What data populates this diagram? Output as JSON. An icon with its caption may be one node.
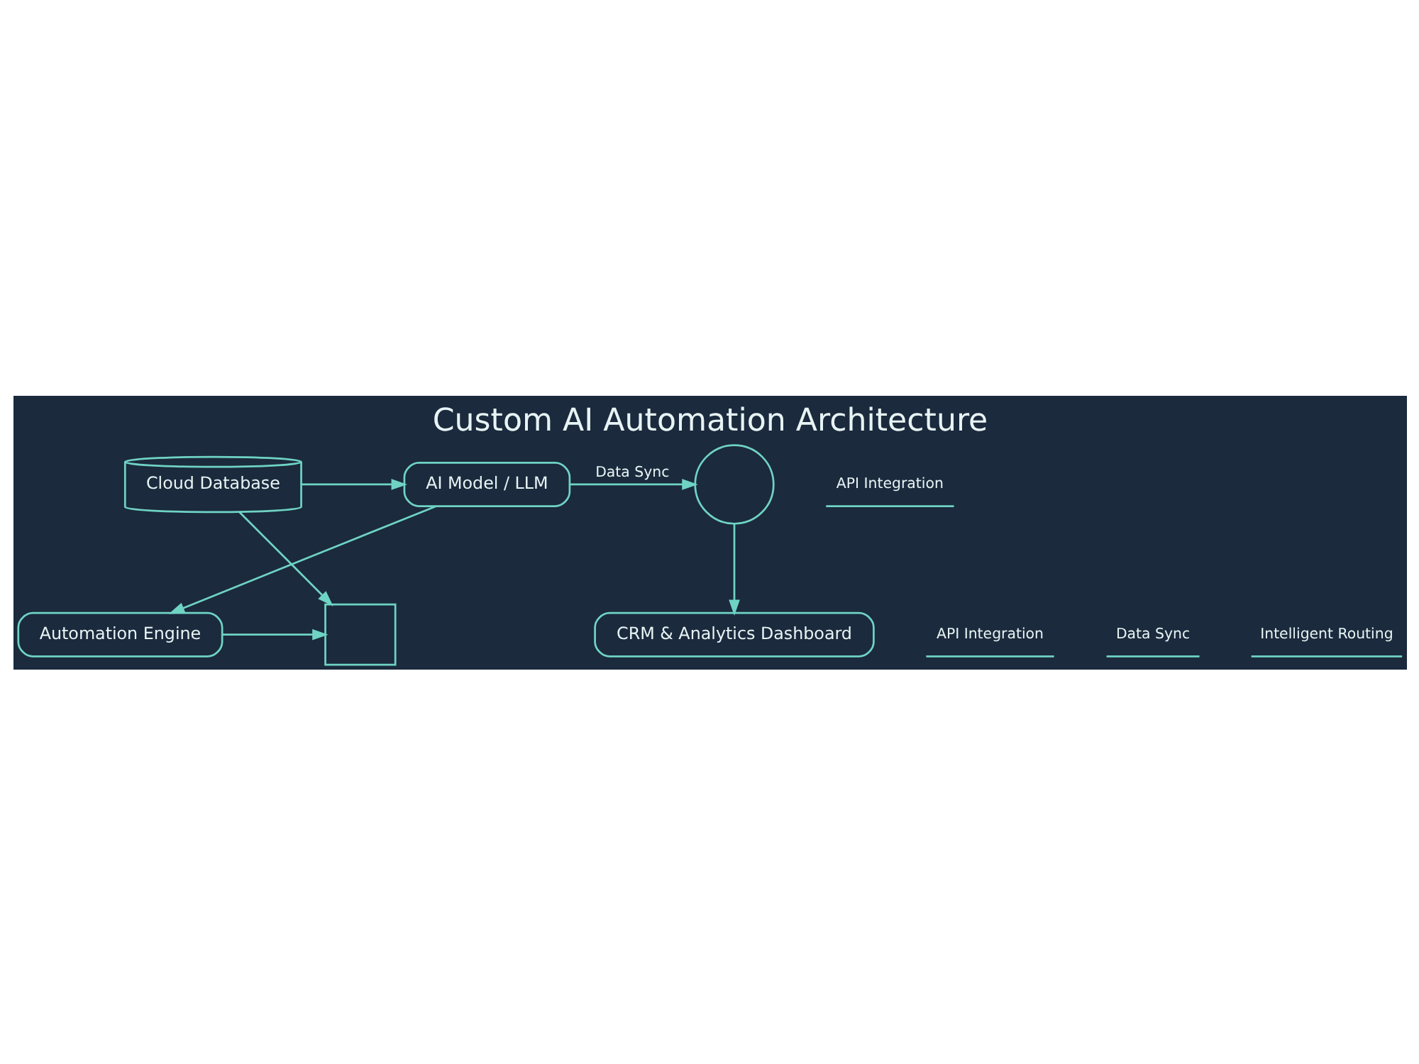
{
  "diagram": {
    "title": "Custom AI Automation Architecture",
    "nodes": [
      {
        "text": [
          "Cloud Database"
        ]
      },
      {
        "text": [
          "AI Model / LLM"
        ]
      },
      {
        "text": [],
        "shape": "circle"
      },
      {
        "text": [
          "CRM & Analytics Dashboard"
        ]
      },
      {
        "text": [
          "Automation Engine"
        ]
      },
      {
        "text": [],
        "shape": "box"
      }
    ],
    "edges": [
      {
        "from": 0,
        "to": 1,
        "arrow": "to"
      },
      {
        "from": 1,
        "to": 2,
        "arrow": "to",
        "label": "Data Sync"
      },
      {
        "from": 2,
        "to": 3,
        "arrow": "to"
      },
      {
        "from": 0,
        "to": 5,
        "arrow": "to"
      },
      {
        "from": 1,
        "to": 4,
        "arrow": "to"
      },
      {
        "from": 4,
        "to": 5,
        "arrow": "to"
      }
    ],
    "labels": [
      "API Integration",
      "API Integration",
      "Data Sync",
      "Intelligent Routing"
    ]
  }
}
